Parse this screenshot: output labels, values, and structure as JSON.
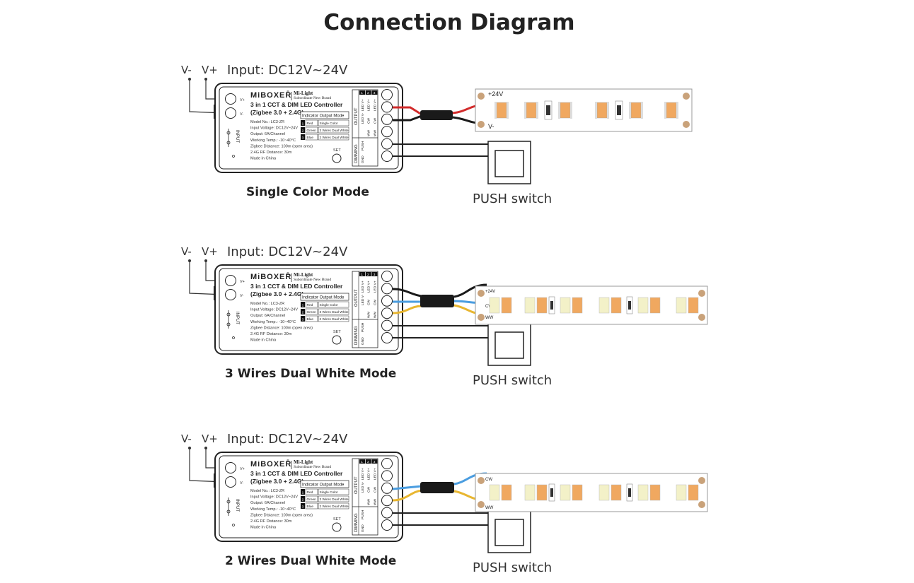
{
  "title": "Connection Diagram",
  "colors": {
    "red": "#d22b2b",
    "black": "#1a1a1a",
    "blue": "#4a9de0",
    "yellow": "#e8b630",
    "led_amber": "#f0a860",
    "led_cool": "#f3f1c8",
    "pcb": "#ffffff"
  },
  "controller": {
    "brand": "MiBOXER",
    "brand_mark": "®",
    "subbrand": "Mi-Light",
    "subbrand_tag": "Subordinate New Brand",
    "name": "3 in 1 CCT & DIM LED Controller",
    "protocol": "(Zigbee 3.0 + 2.4G)",
    "specs": [
      "Model No.: LC3-ZR",
      "Input Voltage: DC12V~24V",
      "Output: 6A/Channel",
      "Working Temp.: -10~40°C",
      "Zigbee Distance: 100m (open area)",
      "2.4G RF Distance: 30m",
      "Made in China"
    ],
    "indicator_title": "Indicator Output Mode",
    "indicator_rows": [
      {
        "num": "1",
        "color": "Red",
        "mode": "Single Color"
      },
      {
        "num": "2",
        "color": "Green",
        "mode": "3 Wires Dual White"
      },
      {
        "num": "3",
        "color": "Blue",
        "mode": "2 Wires Dual White"
      }
    ],
    "set_label": "SET",
    "input_label": "INPUT",
    "v_plus_small": "V+",
    "v_minus_small": "V-",
    "output_label": "OUTPUT",
    "dimming_label": "DIMMING",
    "col_headers": [
      "1",
      "2",
      "3"
    ],
    "output_cols": [
      [
        "LED V+",
        "LED V-"
      ],
      [
        "LED V+",
        "CW",
        "WW"
      ],
      [
        "LED V+",
        "CW",
        "WW"
      ]
    ],
    "dimming_terms": [
      "PUSH",
      "GND"
    ]
  },
  "sections": [
    {
      "input_text": "Input: DC12V~24V",
      "v_minus": "V-",
      "v_plus": "V+",
      "mode": "Single Color Mode",
      "switch_label": "PUSH switch",
      "strip_labels": [
        "+24V",
        "V-"
      ]
    },
    {
      "input_text": "Input: DC12V~24V",
      "v_minus": "V-",
      "v_plus": "V+",
      "mode": "3 Wires Dual White Mode",
      "switch_label": "PUSH switch",
      "strip_labels": [
        "+24V",
        "CW",
        "WW"
      ]
    },
    {
      "input_text": "Input: DC12V~24V",
      "v_minus": "V-",
      "v_plus": "V+",
      "mode": "2 Wires Dual White Mode",
      "switch_label": "PUSH switch",
      "strip_labels": [
        "CW",
        "WW"
      ]
    }
  ]
}
